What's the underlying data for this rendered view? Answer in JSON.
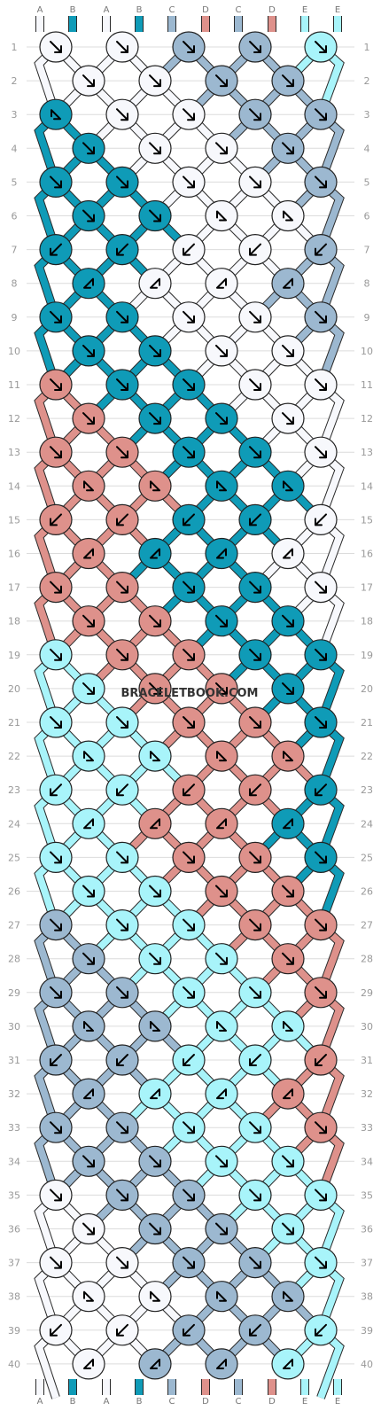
{
  "app": {
    "watermark": "BRACELETBOOK.COM"
  },
  "colors": {
    "A": "#f7f8fc",
    "B": "#0f9bb7",
    "C": "#9cb8d0",
    "D": "#de918b",
    "E": "#a8f4fa"
  },
  "strings": {
    "top": [
      "A",
      "B",
      "A",
      "B",
      "C",
      "D",
      "C",
      "D",
      "E",
      "E"
    ],
    "bottom": [
      "A",
      "B",
      "A",
      "B",
      "C",
      "D",
      "C",
      "D",
      "E",
      "E"
    ]
  },
  "rows": [
    {
      "label": "1",
      "knots": [
        {
          "color": "A",
          "dir": "se"
        },
        {
          "color": "A",
          "dir": "se"
        },
        {
          "color": "C",
          "dir": "se"
        },
        {
          "color": "C",
          "dir": "se"
        },
        {
          "color": "E",
          "dir": "se"
        }
      ]
    },
    {
      "label": "2",
      "knots": [
        {
          "color": "A",
          "dir": "se"
        },
        {
          "color": "A",
          "dir": "se"
        },
        {
          "color": "C",
          "dir": "se"
        },
        {
          "color": "C",
          "dir": "se"
        }
      ]
    },
    {
      "label": "3",
      "knots": [
        {
          "color": "B",
          "dir": "bse"
        },
        {
          "color": "A",
          "dir": "se"
        },
        {
          "color": "A",
          "dir": "se"
        },
        {
          "color": "C",
          "dir": "se"
        },
        {
          "color": "C",
          "dir": "se"
        }
      ]
    },
    {
      "label": "4",
      "knots": [
        {
          "color": "B",
          "dir": "se"
        },
        {
          "color": "A",
          "dir": "se"
        },
        {
          "color": "A",
          "dir": "se"
        },
        {
          "color": "C",
          "dir": "se"
        }
      ]
    },
    {
      "label": "5",
      "knots": [
        {
          "color": "B",
          "dir": "se"
        },
        {
          "color": "B",
          "dir": "se"
        },
        {
          "color": "A",
          "dir": "se"
        },
        {
          "color": "A",
          "dir": "se"
        },
        {
          "color": "C",
          "dir": "se"
        }
      ]
    },
    {
      "label": "6",
      "knots": [
        {
          "color": "B",
          "dir": "se"
        },
        {
          "color": "B",
          "dir": "se"
        },
        {
          "color": "A",
          "dir": "bse"
        },
        {
          "color": "A",
          "dir": "bse"
        }
      ]
    },
    {
      "label": "7",
      "knots": [
        {
          "color": "B",
          "dir": "sw"
        },
        {
          "color": "B",
          "dir": "sw"
        },
        {
          "color": "A",
          "dir": "sw"
        },
        {
          "color": "A",
          "dir": "sw"
        },
        {
          "color": "C",
          "dir": "sw"
        }
      ]
    },
    {
      "label": "8",
      "knots": [
        {
          "color": "B",
          "dir": "bsw"
        },
        {
          "color": "A",
          "dir": "bsw"
        },
        {
          "color": "A",
          "dir": "bsw"
        },
        {
          "color": "C",
          "dir": "bsw"
        }
      ]
    },
    {
      "label": "9",
      "knots": [
        {
          "color": "B",
          "dir": "se"
        },
        {
          "color": "B",
          "dir": "se"
        },
        {
          "color": "A",
          "dir": "se"
        },
        {
          "color": "A",
          "dir": "se"
        },
        {
          "color": "C",
          "dir": "se"
        }
      ]
    },
    {
      "label": "10",
      "knots": [
        {
          "color": "B",
          "dir": "se"
        },
        {
          "color": "B",
          "dir": "se"
        },
        {
          "color": "A",
          "dir": "se"
        },
        {
          "color": "A",
          "dir": "se"
        }
      ]
    },
    {
      "label": "11",
      "knots": [
        {
          "color": "D",
          "dir": "se"
        },
        {
          "color": "B",
          "dir": "se"
        },
        {
          "color": "B",
          "dir": "se"
        },
        {
          "color": "A",
          "dir": "se"
        },
        {
          "color": "A",
          "dir": "se"
        }
      ]
    },
    {
      "label": "12",
      "knots": [
        {
          "color": "D",
          "dir": "se"
        },
        {
          "color": "B",
          "dir": "se"
        },
        {
          "color": "B",
          "dir": "se"
        },
        {
          "color": "A",
          "dir": "se"
        }
      ]
    },
    {
      "label": "13",
      "knots": [
        {
          "color": "D",
          "dir": "se"
        },
        {
          "color": "D",
          "dir": "se"
        },
        {
          "color": "B",
          "dir": "se"
        },
        {
          "color": "B",
          "dir": "se"
        },
        {
          "color": "A",
          "dir": "se"
        }
      ]
    },
    {
      "label": "14",
      "knots": [
        {
          "color": "D",
          "dir": "bse"
        },
        {
          "color": "D",
          "dir": "bse"
        },
        {
          "color": "B",
          "dir": "bse"
        },
        {
          "color": "B",
          "dir": "bse"
        }
      ]
    },
    {
      "label": "15",
      "knots": [
        {
          "color": "D",
          "dir": "sw"
        },
        {
          "color": "D",
          "dir": "sw"
        },
        {
          "color": "B",
          "dir": "sw"
        },
        {
          "color": "B",
          "dir": "sw"
        },
        {
          "color": "A",
          "dir": "sw"
        }
      ]
    },
    {
      "label": "16",
      "knots": [
        {
          "color": "D",
          "dir": "bsw"
        },
        {
          "color": "B",
          "dir": "bsw"
        },
        {
          "color": "B",
          "dir": "bsw"
        },
        {
          "color": "A",
          "dir": "bsw"
        }
      ]
    },
    {
      "label": "17",
      "knots": [
        {
          "color": "D",
          "dir": "se"
        },
        {
          "color": "D",
          "dir": "se"
        },
        {
          "color": "B",
          "dir": "se"
        },
        {
          "color": "B",
          "dir": "se"
        },
        {
          "color": "A",
          "dir": "se"
        }
      ]
    },
    {
      "label": "18",
      "knots": [
        {
          "color": "D",
          "dir": "se"
        },
        {
          "color": "D",
          "dir": "se"
        },
        {
          "color": "B",
          "dir": "se"
        },
        {
          "color": "B",
          "dir": "se"
        }
      ]
    },
    {
      "label": "19",
      "knots": [
        {
          "color": "E",
          "dir": "se"
        },
        {
          "color": "D",
          "dir": "se"
        },
        {
          "color": "D",
          "dir": "se"
        },
        {
          "color": "B",
          "dir": "se"
        },
        {
          "color": "B",
          "dir": "se"
        }
      ]
    },
    {
      "label": "20",
      "knots": [
        {
          "color": "E",
          "dir": "se"
        },
        {
          "color": "D",
          "dir": "se"
        },
        {
          "color": "D",
          "dir": "se"
        },
        {
          "color": "B",
          "dir": "se"
        }
      ]
    },
    {
      "label": "21",
      "knots": [
        {
          "color": "E",
          "dir": "se"
        },
        {
          "color": "E",
          "dir": "se"
        },
        {
          "color": "D",
          "dir": "se"
        },
        {
          "color": "D",
          "dir": "se"
        },
        {
          "color": "B",
          "dir": "se"
        }
      ]
    },
    {
      "label": "22",
      "knots": [
        {
          "color": "E",
          "dir": "bse"
        },
        {
          "color": "E",
          "dir": "bse"
        },
        {
          "color": "D",
          "dir": "bse"
        },
        {
          "color": "D",
          "dir": "bse"
        }
      ]
    },
    {
      "label": "23",
      "knots": [
        {
          "color": "E",
          "dir": "sw"
        },
        {
          "color": "E",
          "dir": "sw"
        },
        {
          "color": "D",
          "dir": "sw"
        },
        {
          "color": "D",
          "dir": "sw"
        },
        {
          "color": "B",
          "dir": "sw"
        }
      ]
    },
    {
      "label": "24",
      "knots": [
        {
          "color": "E",
          "dir": "bsw"
        },
        {
          "color": "D",
          "dir": "bsw"
        },
        {
          "color": "D",
          "dir": "bsw"
        },
        {
          "color": "B",
          "dir": "bsw"
        }
      ]
    },
    {
      "label": "25",
      "knots": [
        {
          "color": "E",
          "dir": "se"
        },
        {
          "color": "E",
          "dir": "se"
        },
        {
          "color": "D",
          "dir": "se"
        },
        {
          "color": "D",
          "dir": "se"
        },
        {
          "color": "B",
          "dir": "se"
        }
      ]
    },
    {
      "label": "26",
      "knots": [
        {
          "color": "E",
          "dir": "se"
        },
        {
          "color": "E",
          "dir": "se"
        },
        {
          "color": "D",
          "dir": "se"
        },
        {
          "color": "D",
          "dir": "se"
        }
      ]
    },
    {
      "label": "27",
      "knots": [
        {
          "color": "C",
          "dir": "se"
        },
        {
          "color": "E",
          "dir": "se"
        },
        {
          "color": "E",
          "dir": "se"
        },
        {
          "color": "D",
          "dir": "se"
        },
        {
          "color": "D",
          "dir": "se"
        }
      ]
    },
    {
      "label": "28",
      "knots": [
        {
          "color": "C",
          "dir": "se"
        },
        {
          "color": "E",
          "dir": "se"
        },
        {
          "color": "E",
          "dir": "se"
        },
        {
          "color": "D",
          "dir": "se"
        }
      ]
    },
    {
      "label": "29",
      "knots": [
        {
          "color": "C",
          "dir": "se"
        },
        {
          "color": "C",
          "dir": "se"
        },
        {
          "color": "E",
          "dir": "se"
        },
        {
          "color": "E",
          "dir": "se"
        },
        {
          "color": "D",
          "dir": "se"
        }
      ]
    },
    {
      "label": "30",
      "knots": [
        {
          "color": "C",
          "dir": "bse"
        },
        {
          "color": "C",
          "dir": "bse"
        },
        {
          "color": "E",
          "dir": "bse"
        },
        {
          "color": "E",
          "dir": "bse"
        }
      ]
    },
    {
      "label": "31",
      "knots": [
        {
          "color": "C",
          "dir": "sw"
        },
        {
          "color": "C",
          "dir": "sw"
        },
        {
          "color": "E",
          "dir": "sw"
        },
        {
          "color": "E",
          "dir": "sw"
        },
        {
          "color": "D",
          "dir": "sw"
        }
      ]
    },
    {
      "label": "32",
      "knots": [
        {
          "color": "C",
          "dir": "bsw"
        },
        {
          "color": "E",
          "dir": "bsw"
        },
        {
          "color": "E",
          "dir": "bsw"
        },
        {
          "color": "D",
          "dir": "bsw"
        }
      ]
    },
    {
      "label": "33",
      "knots": [
        {
          "color": "C",
          "dir": "se"
        },
        {
          "color": "C",
          "dir": "se"
        },
        {
          "color": "E",
          "dir": "se"
        },
        {
          "color": "E",
          "dir": "se"
        },
        {
          "color": "D",
          "dir": "se"
        }
      ]
    },
    {
      "label": "34",
      "knots": [
        {
          "color": "C",
          "dir": "se"
        },
        {
          "color": "C",
          "dir": "se"
        },
        {
          "color": "E",
          "dir": "se"
        },
        {
          "color": "E",
          "dir": "se"
        }
      ]
    },
    {
      "label": "35",
      "knots": [
        {
          "color": "A",
          "dir": "se"
        },
        {
          "color": "C",
          "dir": "se"
        },
        {
          "color": "C",
          "dir": "se"
        },
        {
          "color": "E",
          "dir": "se"
        },
        {
          "color": "E",
          "dir": "se"
        }
      ]
    },
    {
      "label": "36",
      "knots": [
        {
          "color": "A",
          "dir": "se"
        },
        {
          "color": "C",
          "dir": "se"
        },
        {
          "color": "C",
          "dir": "se"
        },
        {
          "color": "E",
          "dir": "se"
        }
      ]
    },
    {
      "label": "37",
      "knots": [
        {
          "color": "A",
          "dir": "se"
        },
        {
          "color": "A",
          "dir": "se"
        },
        {
          "color": "C",
          "dir": "se"
        },
        {
          "color": "C",
          "dir": "se"
        },
        {
          "color": "E",
          "dir": "se"
        }
      ]
    },
    {
      "label": "38",
      "knots": [
        {
          "color": "A",
          "dir": "bse"
        },
        {
          "color": "A",
          "dir": "bse"
        },
        {
          "color": "C",
          "dir": "bse"
        },
        {
          "color": "C",
          "dir": "bse"
        }
      ]
    },
    {
      "label": "39",
      "knots": [
        {
          "color": "A",
          "dir": "sw"
        },
        {
          "color": "A",
          "dir": "sw"
        },
        {
          "color": "C",
          "dir": "sw"
        },
        {
          "color": "C",
          "dir": "sw"
        },
        {
          "color": "E",
          "dir": "sw"
        }
      ]
    },
    {
      "label": "40",
      "knots": [
        {
          "color": "A",
          "dir": "bsw"
        },
        {
          "color": "C",
          "dir": "bsw"
        },
        {
          "color": "C",
          "dir": "bsw"
        },
        {
          "color": "E",
          "dir": "bsw"
        }
      ]
    }
  ]
}
